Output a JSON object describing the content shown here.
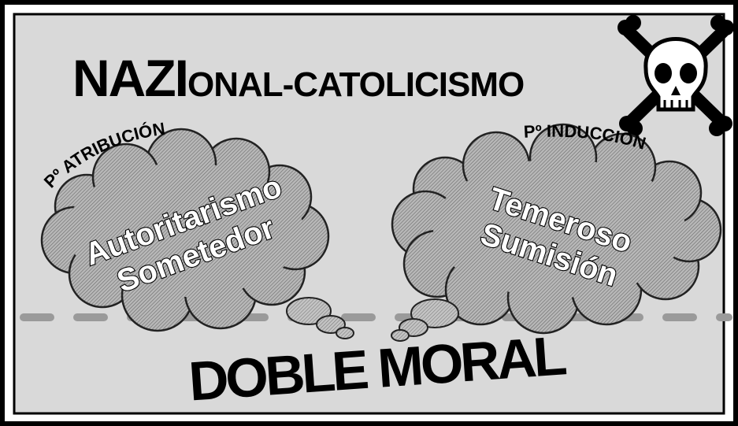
{
  "title": {
    "prefix": "NAZI",
    "suffix": "ONAL-CATOLICISMO"
  },
  "left_cloud": {
    "arc_label": "Pº ATRIBUCIÓN",
    "line1": "Autoritarismo",
    "line2": "Sometedor"
  },
  "right_cloud": {
    "arc_label": "Pº INDUCCIÓN",
    "line1": "Temeroso",
    "line2": "Sumisión"
  },
  "footer": "DOBLE MORAL",
  "icon": "skull-and-crossbones-icon"
}
